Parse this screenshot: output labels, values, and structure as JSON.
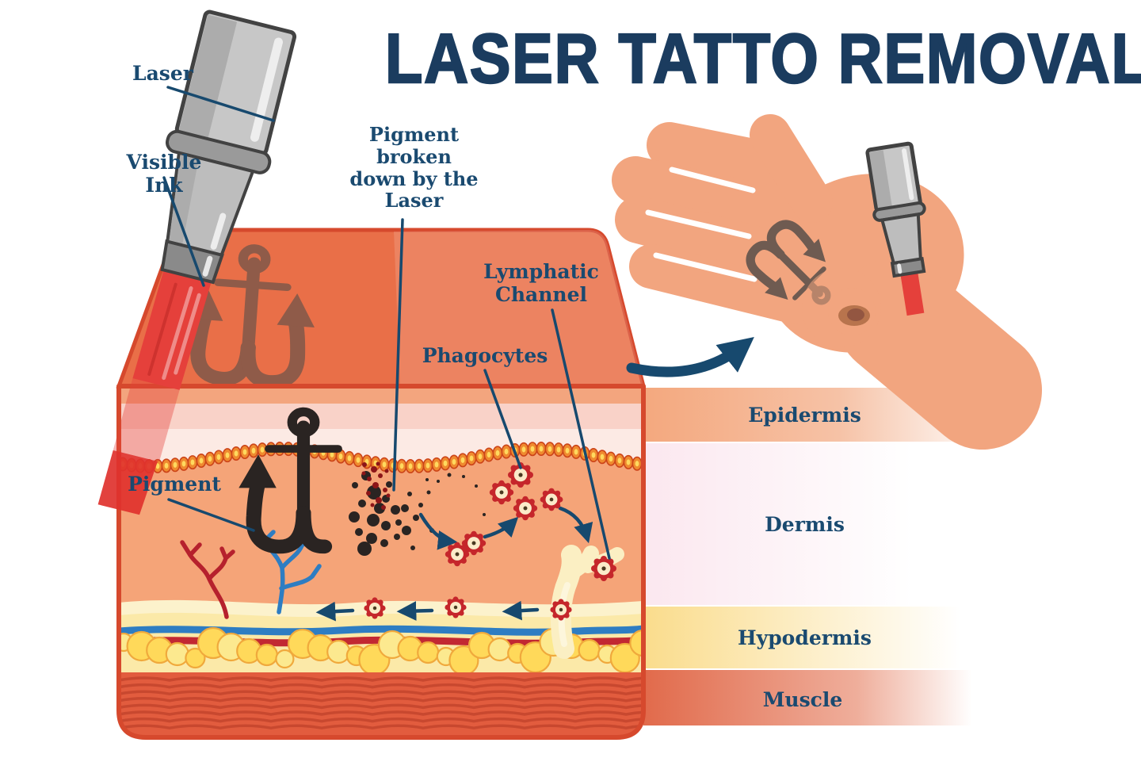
{
  "title": "LASER TATTO REMOVAL",
  "annotations": {
    "laser": "Laser",
    "visible_ink": "Visible Ink",
    "pigment_broken": "Pigment\nbroken\ndown by the\nLaser",
    "lymphatic_channel": "Lymphatic\nChannel",
    "phagocytes": "Phagocytes",
    "pigment": "Pigment"
  },
  "skin_layers": {
    "epidermis": "Epidermis",
    "dermis": "Dermis",
    "hypodermis": "Hypodermis",
    "muscle": "Muscle"
  },
  "colors": {
    "title_navy": "#1B3C5F",
    "label_navy": "#1A4A70",
    "leader_navy": "#17496E",
    "top_face_orange": "#E96F48",
    "block_border": "#D6492D",
    "epidermis_strip": "#F3A57E",
    "dermis_salmon": "#F5A478",
    "bead_orange": "#EF8A2F",
    "bead_center": "#FFD95E",
    "hypodermis_yellow": "#FBE9A8",
    "fat_yellow": "#FFD95A",
    "muscle_red": "#E25C3E",
    "muscle_line": "#C8482F",
    "vessel_blue": "#2E7DC2",
    "vessel_red": "#C22832",
    "beam_red": "#E5403B",
    "pigment_black": "#2A2422",
    "tattoo_brown_top": "#8F5B49",
    "tattoo_brown_hand": "#6F5B51",
    "hand_skin": "#F2A57F",
    "cell_red": "#C5262B",
    "cell_cream": "#FBEBC9",
    "lymph_cream": "#FBEFC3",
    "band_epidermis": "#F4A87E",
    "band_dermis": "#FBE7EF",
    "band_hypodermis": "#FADC8C",
    "band_muscle": "#E16A4B"
  }
}
